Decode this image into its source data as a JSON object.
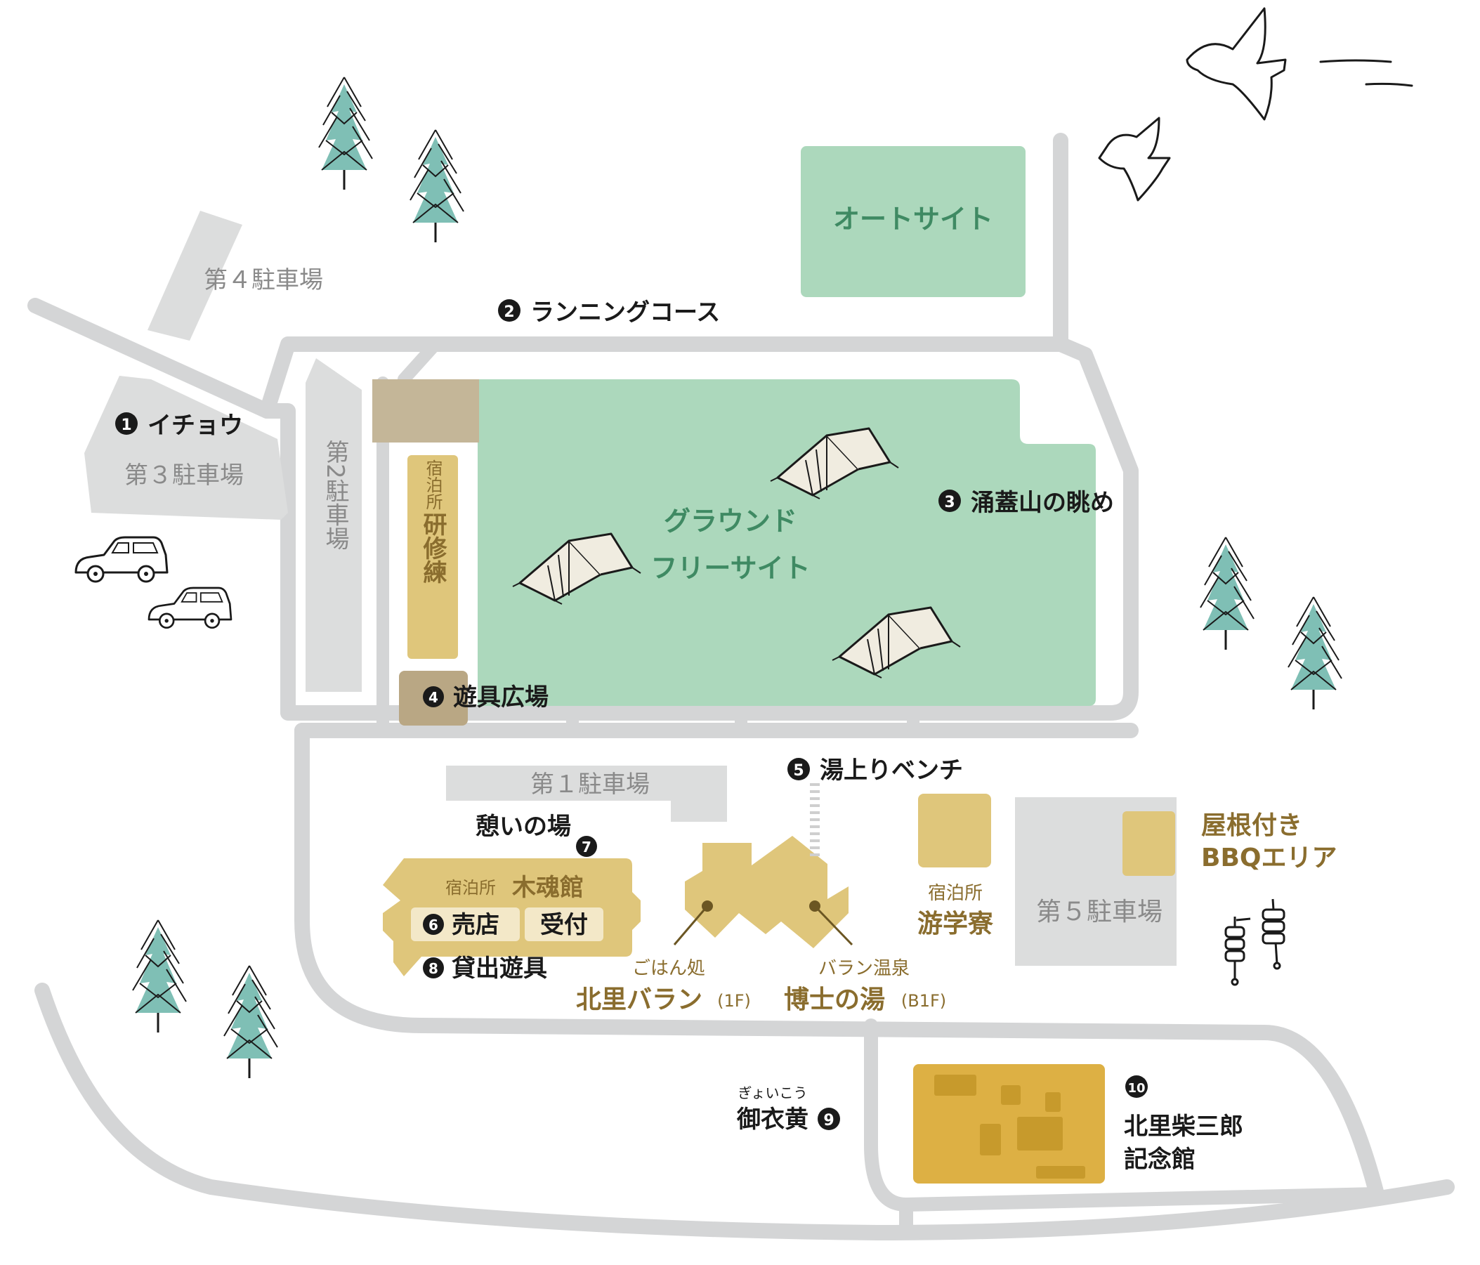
{
  "colors": {
    "road": "#d4d5d6",
    "parking": "#dcdddd",
    "ground_green": "#acd8bc",
    "building_gold": "#dfc67b",
    "building_tan": "#c4b698",
    "building_brown": "#b9a784",
    "memorial_gold": "#ddb044",
    "tree_teal": "#7fbfb5",
    "counter_cream": "#f3e8c8",
    "label_green": "#3f8a63",
    "label_brown": "#8a6d2e"
  },
  "parking": {
    "p1": "第１駐車場",
    "p2": "第2駐車場",
    "p3": "第３駐車場",
    "p4": "第４駐車場",
    "p5": "第５駐車場"
  },
  "sites": {
    "auto_site": "オートサイト",
    "ground_line1": "グラウンド",
    "ground_line2": "フリーサイト"
  },
  "points": {
    "n1": {
      "num": "1",
      "label": "イチョウ"
    },
    "n2": {
      "num": "2",
      "label": "ランニングコース"
    },
    "n3": {
      "num": "3",
      "label": "涌蓋山の眺め"
    },
    "n4": {
      "num": "4",
      "label": "遊具広場"
    },
    "n5": {
      "num": "5",
      "label": "湯上りベンチ"
    },
    "n6": {
      "num": "6",
      "label": "売店"
    },
    "n7": {
      "num": "7",
      "label": "憩いの場"
    },
    "n8": {
      "num": "8",
      "label": "貸出遊具"
    },
    "n9": {
      "num": "9",
      "label": "御衣黄",
      "ruby": "ぎょいこう"
    },
    "n10": {
      "num": "10",
      "label_line1": "北里柴三郎",
      "label_line2": "記念館"
    }
  },
  "buildings": {
    "kenshu_small": "宿泊所",
    "kenshu_name": "研修練",
    "mokkon_small": "宿泊所",
    "mokkon_name": "木魂館",
    "reception": "受付",
    "gohan_small": "ごはん処",
    "gohan_name": "北里バラン",
    "gohan_floor": "(1F)",
    "onsen_small": "バラン温泉",
    "onsen_name": "博士の湯",
    "onsen_floor": "(B1F)",
    "yugaku_small": "宿泊所",
    "yugaku_name": "游学寮",
    "bbq_line1": "屋根付き",
    "bbq_line2": "BBQエリア"
  }
}
